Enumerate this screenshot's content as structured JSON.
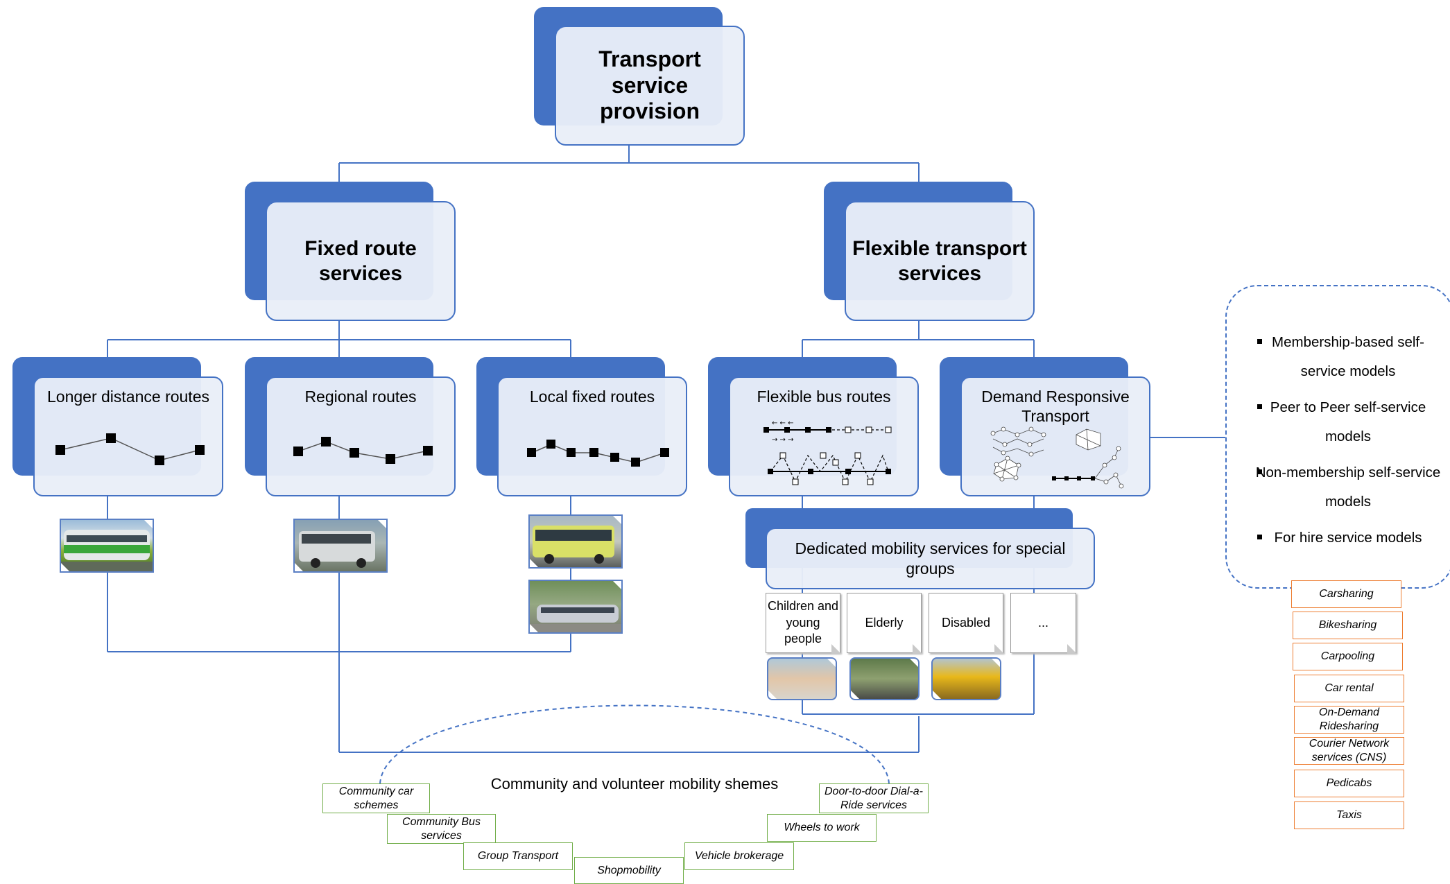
{
  "root": {
    "label": "Transport service provision"
  },
  "level1": [
    {
      "id": "fixed",
      "label": "Fixed route services"
    },
    {
      "id": "flexible",
      "label": "Flexible transport services"
    }
  ],
  "level2": [
    {
      "id": "longer",
      "label": "Longer distance routes",
      "icon": "route-line-icon"
    },
    {
      "id": "regional",
      "label": "Regional routes",
      "icon": "route-line-icon"
    },
    {
      "id": "local",
      "label": "Local fixed routes",
      "icon": "route-line-icon"
    },
    {
      "id": "flexbus",
      "label": "Flexible bus routes",
      "icon": "flexible-route-icon"
    },
    {
      "id": "drt",
      "label": "Demand Responsive Transport",
      "icon": "network-graph-icon"
    }
  ],
  "photos": [
    {
      "id": "train",
      "icon": "train-photo"
    },
    {
      "id": "coach",
      "icon": "coach-bus-photo"
    },
    {
      "id": "citybus",
      "icon": "city-bus-photo"
    },
    {
      "id": "tram",
      "icon": "tram-photo"
    },
    {
      "id": "children",
      "icon": "children-photo"
    },
    {
      "id": "elderly",
      "icon": "elderly-photo"
    },
    {
      "id": "disabled",
      "icon": "accessible-bus-photo"
    }
  ],
  "dedicated": {
    "label": "Dedicated mobility services for special groups",
    "groups": [
      "Children and young people",
      "Elderly",
      "Disabled",
      "..."
    ]
  },
  "community": {
    "title": "Community and volunteer mobility shemes",
    "items": [
      "Community car schemes",
      "Community Bus services",
      "Group Transport",
      "Shopmobility",
      "Vehicle brokerage",
      "Wheels to work",
      "Door-to-door Dial-a-Ride services"
    ]
  },
  "shared_models": [
    "Membership-based self-service models",
    "Peer to Peer self-service models",
    "Non-membership self-service models",
    "For hire service models"
  ],
  "shared_services": [
    "Carsharing",
    "Bikesharing",
    "Carpooling",
    "Car rental",
    "On-Demand Ridesharing",
    "Courier Network services (CNS)",
    "Pedicabs",
    "Taxis"
  ],
  "colors": {
    "accent": "#4472c4",
    "card_fill": "#e9eef8",
    "community_border": "#70ad47",
    "shared_border": "#ed7d31"
  }
}
